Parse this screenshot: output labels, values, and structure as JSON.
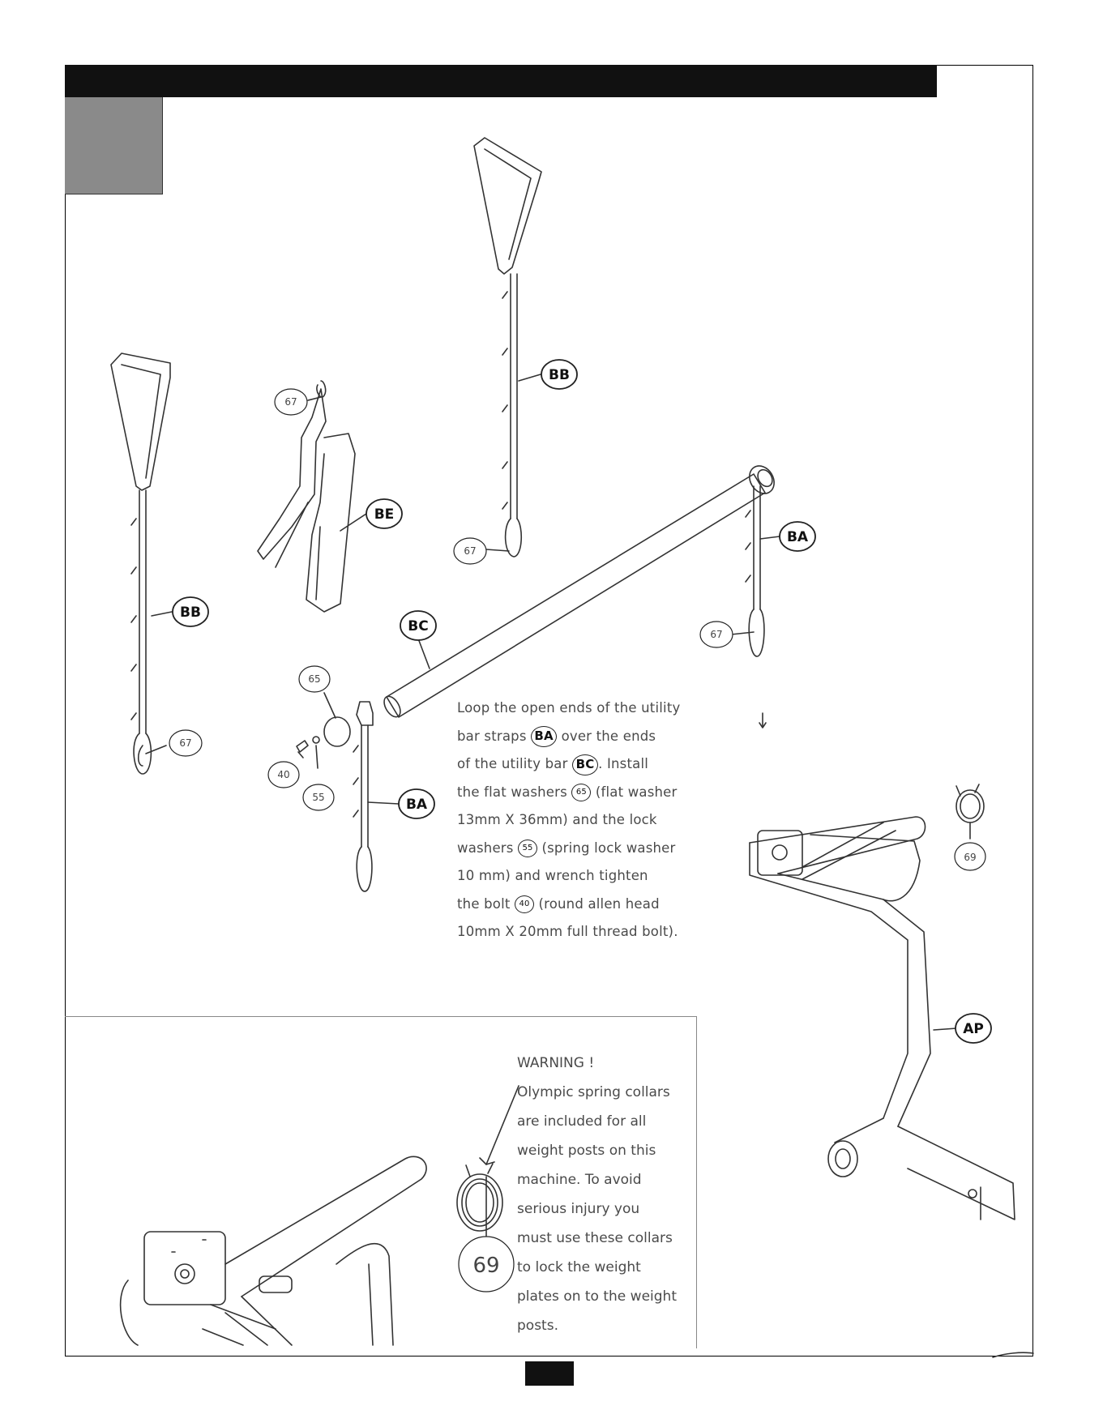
{
  "labels": {
    "bb": "BB",
    "be": "BE",
    "ba": "BA",
    "bc": "BC",
    "ap": "AP",
    "p67": "67",
    "p65": "65",
    "p40": "40",
    "p55": "55",
    "p69": "69"
  },
  "instructions": {
    "l1": "Loop the open ends of the utility",
    "l2a": "bar straps",
    "l2b": "over the ends",
    "l3a": "of the utility bar",
    "l3b": ". Install",
    "l4a": "the flat washers",
    "l4b": "(flat washer",
    "l5": "13mm X 36mm) and the lock",
    "l6a": "washers",
    "l6b": "(spring lock washer",
    "l7": "10 mm) and wrench tighten",
    "l8a": "the bolt",
    "l8b": "(round allen head",
    "l9": "10mm X 20mm full thread bolt)."
  },
  "warning": {
    "l1": "WARNING !",
    "l2": "Olympic spring collars",
    "l3": "are included for all",
    "l4": "weight posts on this",
    "l5": "machine. To avoid",
    "l6": "serious injury you",
    "l7": "must use these collars",
    "l8": "to lock the weight",
    "l9": "plates on to the weight",
    "l10": "posts."
  }
}
